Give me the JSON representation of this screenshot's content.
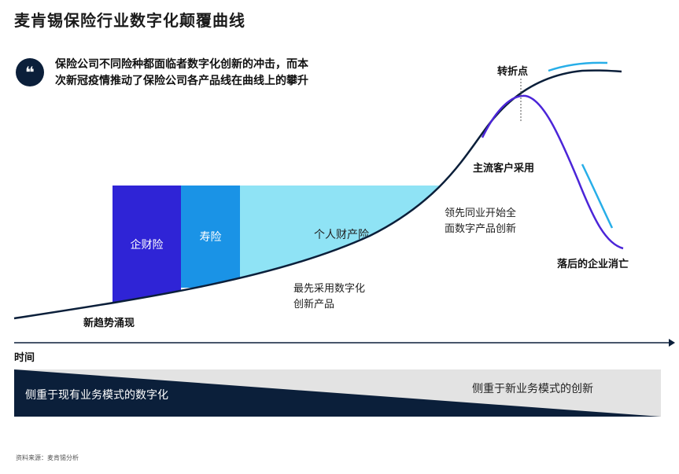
{
  "title": "麦肯锡保险行业数字化颠覆曲线",
  "quote": {
    "icon": "quote-icon",
    "mark": "❝",
    "line1": "保险公司不同险种都面临者数字化创新的冲击，而本",
    "line2": "次新冠疫情推动了保险公司各产品线在曲线上的攀升"
  },
  "bands": [
    {
      "label": "企财险",
      "color": "#2f24d6"
    },
    {
      "label": "寿险",
      "color": "#1a93e6"
    },
    {
      "label": "个人财产险",
      "color": "#8fe3f5"
    }
  ],
  "labels": {
    "new_trend": "新趋势涌现",
    "first_adopt_1": "最先采用数字化",
    "first_adopt_2": "创新产品",
    "leading_1": "领先同业开始全",
    "leading_2": "面数字产品创新",
    "mainstream": "主流客户采用",
    "turning_point": "转折点",
    "laggards": "落后的企业消亡",
    "time_axis": "时间"
  },
  "bottom": {
    "left": "侧重于现有业务模式的数字化",
    "right": "侧重于新业务模式的创新"
  },
  "colors": {
    "navy": "#0b1f3a",
    "purple": "#4b25d8",
    "cyan": "#27aee8",
    "gray": "#e3e3e3"
  },
  "source": "资料来源：麦肯锡分析"
}
